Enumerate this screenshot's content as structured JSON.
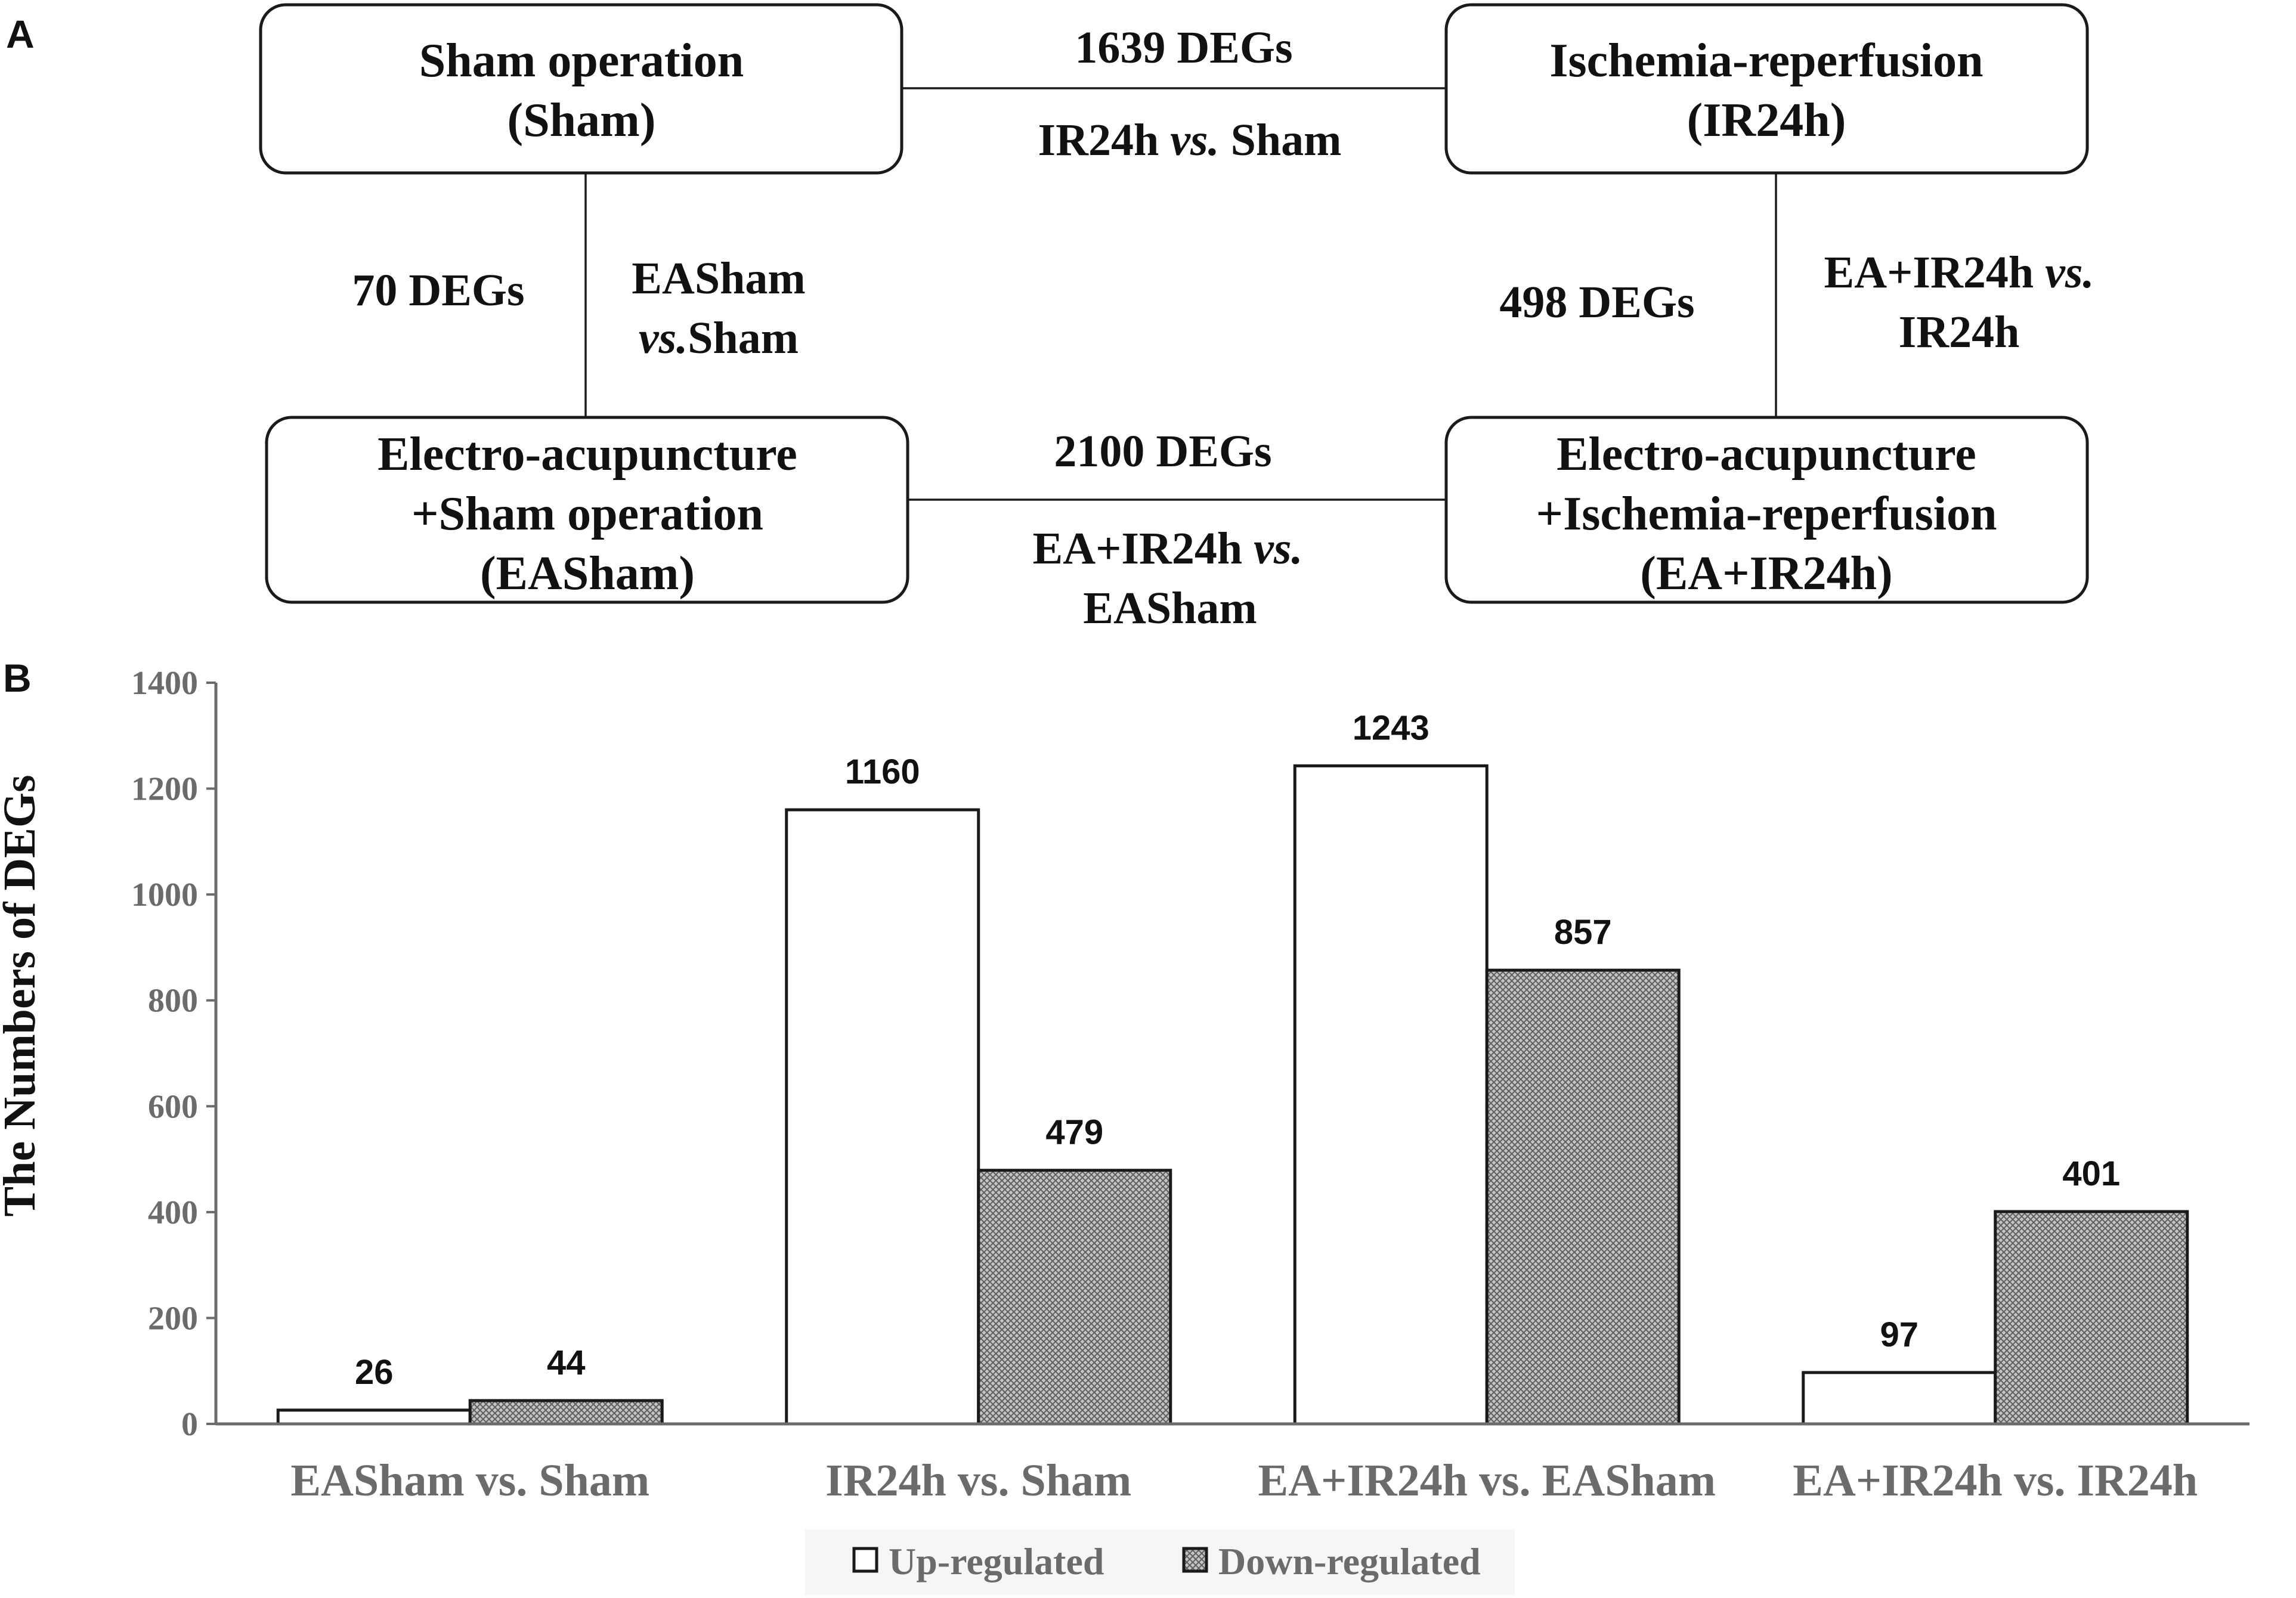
{
  "panel_a": {
    "label": "A",
    "boxes": [
      {
        "id": "sham",
        "lines": [
          "Sham operation",
          "(Sham)"
        ]
      },
      {
        "id": "ir",
        "lines": [
          "Ischemia-reperfusion",
          "(IR24h)"
        ]
      },
      {
        "id": "easham",
        "lines": [
          "Electro-acupuncture",
          "+Sham operation",
          "(EASham)"
        ]
      },
      {
        "id": "eair",
        "lines": [
          "Electro-acupuncture",
          "+Ischemia-reperfusion",
          "(EA+IR24h)"
        ]
      }
    ],
    "edges": {
      "top": {
        "count": "1639 DEGs",
        "pre": "IR24h ",
        "vs": "vs.",
        "post": " Sham"
      },
      "left": {
        "count": "70 DEGs",
        "line1": "EASham",
        "vs": "vs.",
        "post": "Sham"
      },
      "right": {
        "count": "498 DEGs",
        "pre": "EA+IR24h ",
        "vs": "vs.",
        "line2": "IR24h"
      },
      "bottom": {
        "count": "2100 DEGs",
        "pre": "EA+IR24h ",
        "vs": "vs.",
        "line2": "EASham"
      }
    }
  },
  "chart_data": {
    "panel_label": "B",
    "type": "bar",
    "categories": [
      "EASham vs. Sham",
      "IR24h vs.  Sham",
      "EA+IR24h vs. EASham",
      "EA+IR24h vs. IR24h"
    ],
    "series": [
      {
        "name": "Up-regulated",
        "values": [
          26,
          1160,
          1243,
          97
        ],
        "fill": "white"
      },
      {
        "name": "Down-regulated",
        "values": [
          44,
          479,
          857,
          401
        ],
        "fill": "hatched gray"
      }
    ],
    "ylabel": "The Numbers of DEGs",
    "xlabel": "",
    "ylim": [
      0,
      1400
    ],
    "yticks": [
      0,
      200,
      400,
      600,
      800,
      1000,
      1200,
      1400
    ],
    "grid": false,
    "legend": "bottom"
  }
}
